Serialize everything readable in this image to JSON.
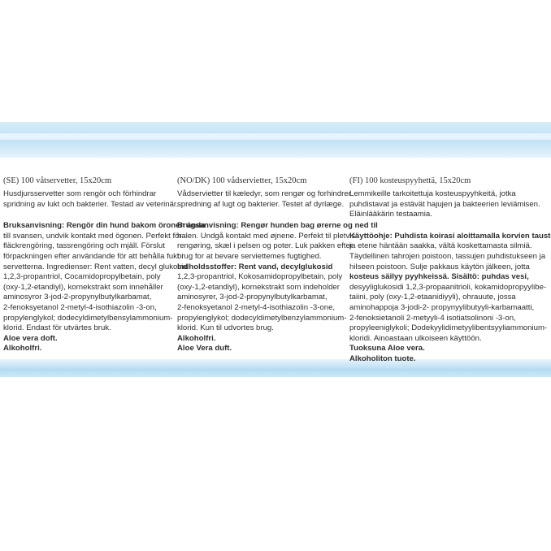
{
  "se": {
    "header": "(SE) 100 våtservetter, 15x20cm",
    "intro": [
      "Husdjursservetter som rengör och förhindrar",
      "spridning av lukt och bakterier. Testad av veterinär."
    ],
    "body": [
      "Bruksanvisning: Rengör din hund bakom öronen ända",
      "till svansen, undvik kontakt med ögonen. Perfekt för",
      "fläckrengöring, tassrengöring och mjäll. Förslut",
      "förpackningen efter användande för att behålla fukt i",
      "servetterna. Ingredienser: Rent vatten, decyl glukocid",
      "1,2,3-propantriol, Cocamidopropylbetain, poly",
      "(oxy-1,2-etandiyl), kornekstrakt som innehåller",
      "aminosyror 3-jod-2-propynylbutylkarbamat,",
      "2-fenoksyetanol 2-metyl-4-isothiazolin -3-on,",
      "propylenglykol; dodecyldimetylbensylammonium-",
      "klorid. Endast för utvärtes bruk."
    ],
    "footer": [
      "Aloe vera doft.",
      "Alkoholfri."
    ]
  },
  "no": {
    "header": "(NO/DK) 100 vådservietter, 15x20cm",
    "intro": [
      "Vådservietter til kæledyr, som rengør og forhindrer",
      "spredning af lugt og bakterier. Testet af dyrlæge."
    ],
    "body": [
      "Brugsanvisning: Rengør hunden bag ørerne og ned til",
      "halen. Undgå kontakt med øjnene. Perfekt til pletvis",
      "rengøring, skæl i pelsen og poter. Luk pakken efter",
      "brug for at bevare serviettemes fugtighed.",
      "Indholdsstoffer: Rent vand, decylglukosid",
      "1,2,3-propantriol, Kokosamidopropylbetain, poly",
      "(oxy-1,2-etandiyl), kornekstrakt som indeholder",
      "aminosyrer, 3-jod-2-propynylbutylkarbamat,",
      "2-fenoksyetanol 2-metyl-4-isothiazolin -3-one,",
      "propylenglykol; dodecyldimetylbenzylammonium-",
      "klorid. Kun til udvortes brug."
    ],
    "footer": [
      "Alkoholfri.",
      "Aloe Vera duft."
    ]
  },
  "fi": {
    "header": "(FI) 100 kosteuspyyhettä, 15x20cm",
    "intro": [
      "Lemmikeille tarkoitettuja kosteuspyyhkeitä, jotka",
      "puhdistavat ja estävät hajujen ja bakteerien leviämisen.",
      "Eläinlääkärin testaamia."
    ],
    "body": [
      "Käyttöohje: Puhdista koirasi aloittamalla korvien taustoista",
      "ja etene häntään saakka, vältä koskettamasta silmiä.",
      "Täydellinen tahrojen poistoon, tassujen puhdistukseen ja",
      "hilseen poistoon.  Sulje pakkaus käytön jälkeen, jotta",
      "kosteus säilyy pyyhkeissä. Sisältö: puhdas vesi,",
      "desyyliglukosidi 1,2,3-propaanitrioli, kokamidopropyylibe-",
      "taiini, poly (oxy-1,2-etaanidiyyli), ohrauute, jossa",
      "aminohappoja 3-jodi-2- propynyylibutyyli-karbamaatti,",
      "2-fenoksietanoli 2-metyyli-4 isotiatsolinoni -3-on,",
      "propyleeniglykoli; Dodekyylidimetyylibentsyyliammonium-",
      "kloridi. Ainoastaan ulkoiseen käyttöön."
    ],
    "footer": [
      "Tuoksuna Aloe vera.",
      "Alkoholiton tuote."
    ]
  }
}
